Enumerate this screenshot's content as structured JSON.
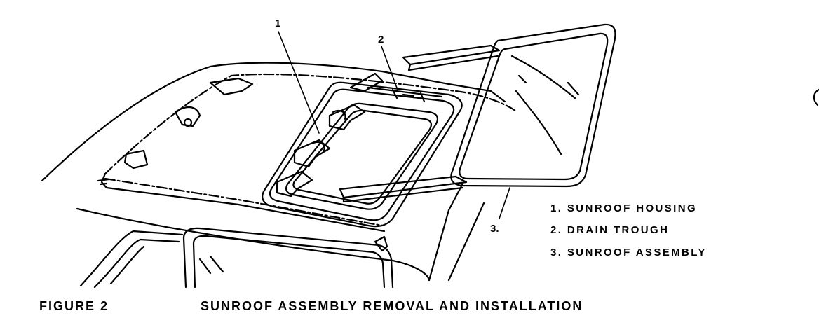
{
  "callouts": [
    "1",
    "2",
    "3."
  ],
  "legend": [
    "1. SUNROOF HOUSING",
    "2. DRAIN TROUGH",
    "3. SUNROOF ASSEMBLY"
  ],
  "figure_label": "FIGURE 2",
  "figure_title": "SUNROOF ASSEMBLY REMOVAL AND INSTALLATION"
}
